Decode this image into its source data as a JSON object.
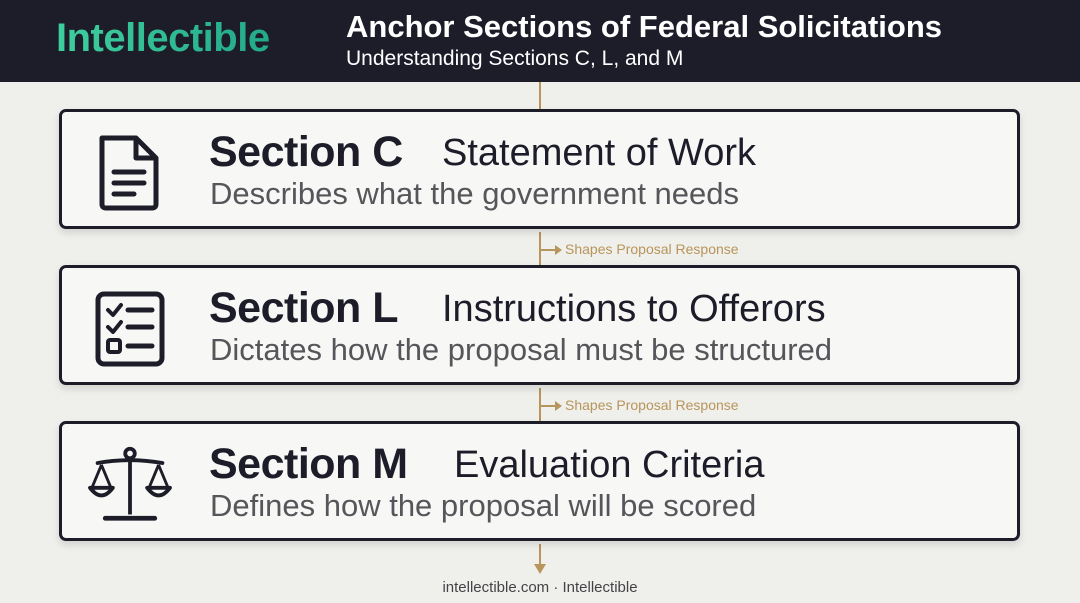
{
  "header": {
    "logo": "Intellectible",
    "title": "Anchor Sections of Federal Solicitations",
    "subtitle": "Understanding Sections C, L, and M"
  },
  "sections": [
    {
      "name": "Section C",
      "heading": "Statement of Work",
      "description": "Describes what the government needs",
      "icon": "document-icon"
    },
    {
      "name": "Section L",
      "heading": "Instructions to Offerors",
      "description": "Dictates how the proposal must be structured",
      "icon": "checklist-icon"
    },
    {
      "name": "Section M",
      "heading": "Evaluation Criteria",
      "description": "Defines how the proposal will be scored",
      "icon": "scales-icon"
    }
  ],
  "connectors": [
    {
      "label": "Shapes Proposal Response"
    },
    {
      "label": "Shapes Proposal Response"
    }
  ],
  "footer": "intellectible.com · Intellectible",
  "colors": {
    "header_bg": "#1d1d2a",
    "brand_green": "#2fbf92",
    "accent_gold": "#b8955a",
    "page_bg": "#efefec"
  }
}
